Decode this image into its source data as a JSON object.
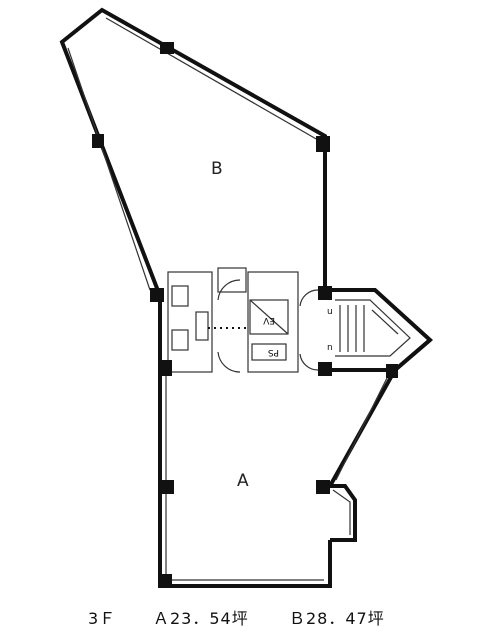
{
  "plan": {
    "room_a_label": "A",
    "room_b_label": "B",
    "ev_label": "EV",
    "ps_label": "PS"
  },
  "caption": {
    "floor": "3Ｆ",
    "area_a": "Ａ23．54坪",
    "area_b": "Ｂ28．47坪"
  }
}
